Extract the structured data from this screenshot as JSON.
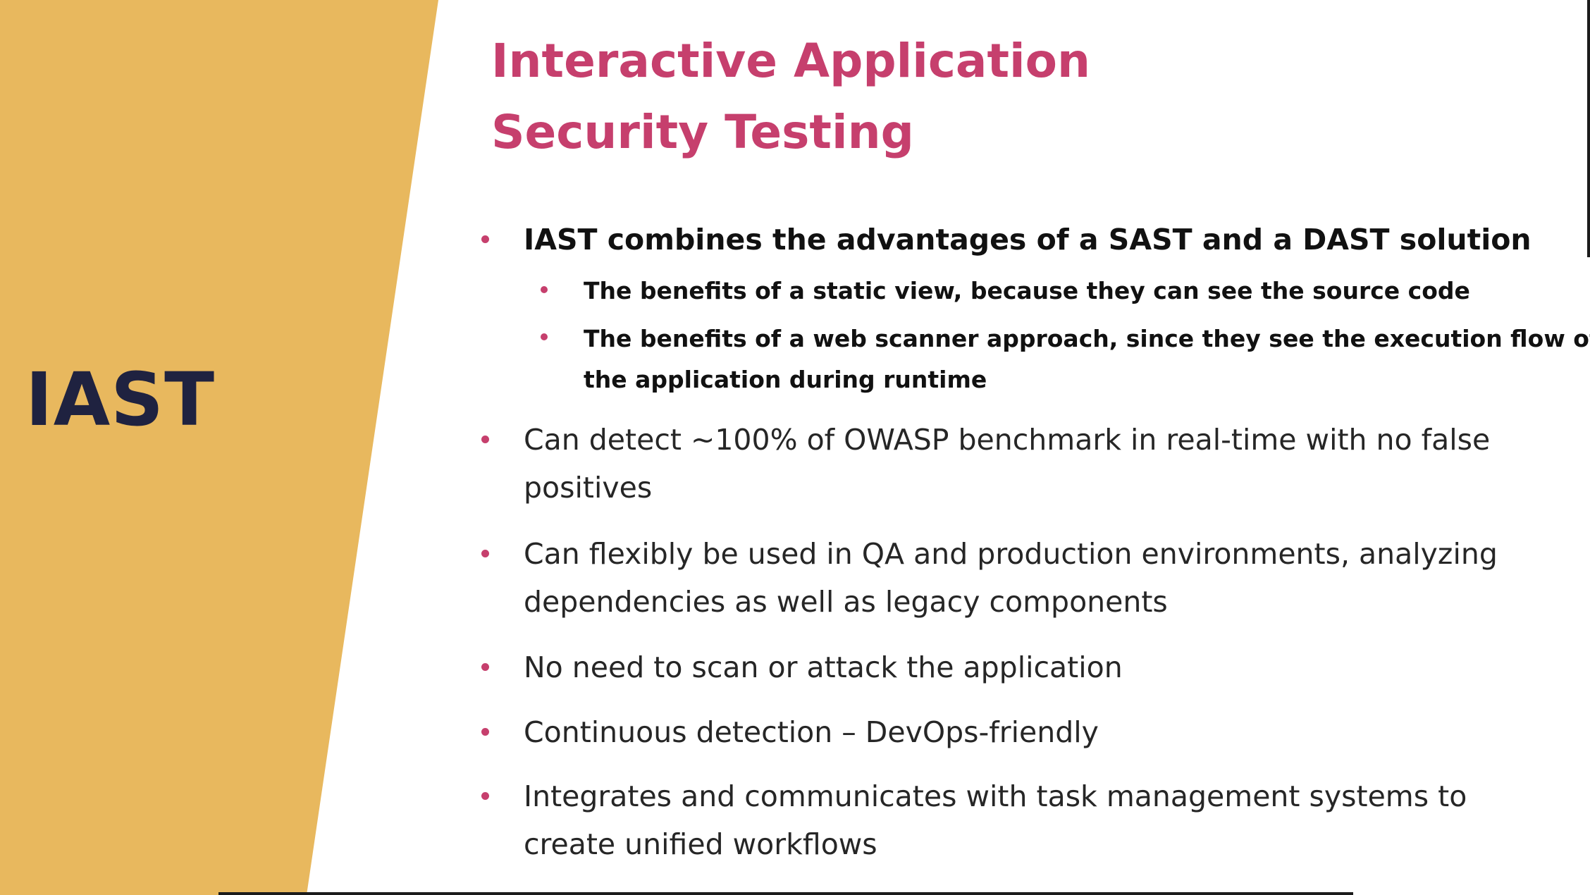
{
  "side_panel": {
    "label": "IAST",
    "color": "#e8b85e",
    "label_color": "#1f2240"
  },
  "title": {
    "line1": "Interactive Application",
    "line2": "Security Testing",
    "color": "#c63f6d"
  },
  "bullets": {
    "item1": {
      "text": "IAST combines the advantages of a SAST and a DAST solution"
    },
    "sub1": {
      "text": "The benefits of a static view, because they can see the source code"
    },
    "sub2": {
      "line1": "The benefits of a web scanner approach, since they see the execution flow of",
      "line2": "the application during runtime"
    },
    "item2": {
      "line1": "Can detect ~100% of OWASP benchmark in real-time with no false",
      "line2": "positives"
    },
    "item3": {
      "line1": "Can flexibly be used in QA and production environments, analyzing",
      "line2": "dependencies as well as legacy components"
    },
    "item4": {
      "text": "No need to scan or attack the application"
    },
    "item5": {
      "text": "Continuous detection – DevOps-friendly"
    },
    "item6": {
      "line1": "Integrates and communicates with task management systems to",
      "line2": "create unified workflows"
    }
  },
  "colors": {
    "accent": "#c63f6d",
    "text": "#262626",
    "background": "#ffffff"
  }
}
